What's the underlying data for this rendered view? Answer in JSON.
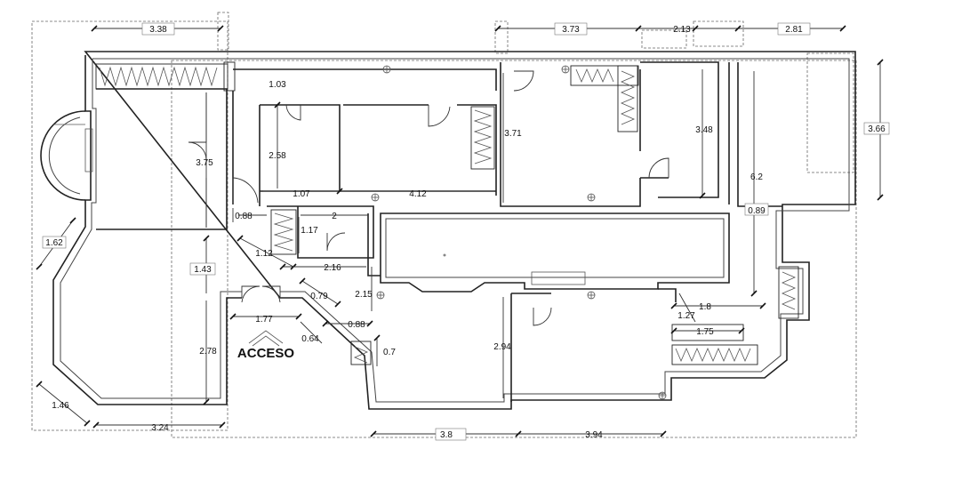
{
  "plan": {
    "entrance_label": "ACCESO",
    "dimensions": {
      "top_left_width": "3.38",
      "top_mid_width": "3.73",
      "top_door_width": "2.13",
      "top_right_width": "2.81",
      "right_height": "3.66",
      "top_left_corridor": "1.03",
      "bedroom_left_height": "3.75",
      "closet_height": "2.58",
      "closet_width": "1.07",
      "room_width": "4.12",
      "room_mid_height": "3.71",
      "room_right_height": "3.48",
      "right_strip": "6.2",
      "bay_side": "1.62",
      "small_w": "0.88",
      "bath_width": "2",
      "bath_height": "1.17",
      "diag_1": "1.12",
      "hall_width": "2.16",
      "hall_height": "1.43",
      "hall_v": "2.15",
      "diag_2": "0.79",
      "entry_width": "1.77",
      "entry_d": "0.88",
      "entry_diag": "0.64",
      "entry_small": "0.7",
      "living_height": "2.78",
      "bay_bottom": "1.46",
      "bottom_left": "3.24",
      "bottom_mid": "3.8",
      "bottom_right": "3.94",
      "room_bottom_height": "2.94",
      "right_gap": "0.89",
      "right_hall": "1.8",
      "right_small": "1.27",
      "right_closet": "1.75"
    }
  }
}
